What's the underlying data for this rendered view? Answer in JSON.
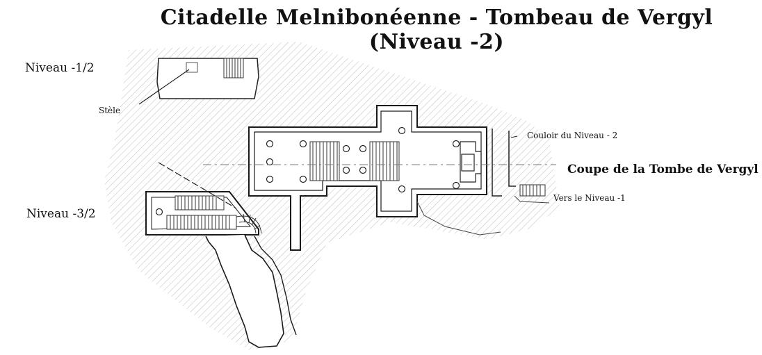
{
  "title": "Citadelle Melnibonéenne - Tombeau de Vergyl (Niveau -2)",
  "labels": {
    "level_half_up": "Niveau -1/2",
    "stele": "Stèle",
    "corridor": "Couloir du Niveau - 2",
    "section": "Coupe de la Tombe de Vergyl",
    "to_level": "Vers le Niveau -1",
    "level_three_half": "Niveau -3/2"
  },
  "colors": {
    "ink": "#1a1a1a",
    "hatch": "#b5b5b5",
    "paper": "#ffffff"
  }
}
